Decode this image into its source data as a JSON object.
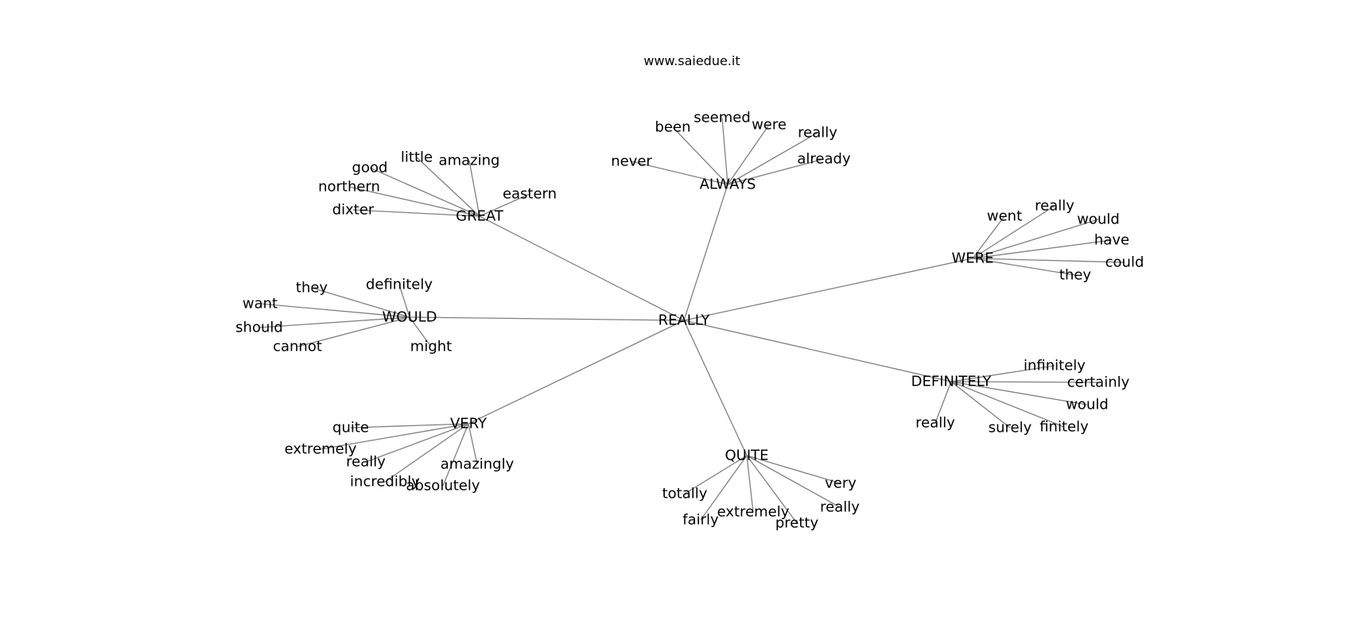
{
  "title": "www.saiedue.it",
  "colors": {
    "edge": "#808080",
    "text": "#000000",
    "background": "#ffffff"
  },
  "center": {
    "id": "really",
    "label": "REALLY"
  },
  "hubs": [
    {
      "id": "always",
      "label": "ALWAYS",
      "leaves": [
        "never",
        "been",
        "seemed",
        "were",
        "really",
        "already"
      ]
    },
    {
      "id": "great",
      "label": "GREAT",
      "leaves": [
        "good",
        "little",
        "amazing",
        "eastern",
        "northern",
        "dixter"
      ]
    },
    {
      "id": "were",
      "label": "WERE",
      "leaves": [
        "went",
        "really",
        "would",
        "have",
        "could",
        "they"
      ]
    },
    {
      "id": "would",
      "label": "WOULD",
      "leaves": [
        "they",
        "definitely",
        "want",
        "should",
        "cannot",
        "might"
      ]
    },
    {
      "id": "definitely",
      "label": "DEFINITELY",
      "leaves": [
        "infinitely",
        "certainly",
        "would",
        "really",
        "surely",
        "finitely"
      ]
    },
    {
      "id": "very",
      "label": "VERY",
      "leaves": [
        "quite",
        "extremely",
        "really",
        "incredibly",
        "absolutely",
        "amazingly"
      ]
    },
    {
      "id": "quite",
      "label": "QUITE",
      "leaves": [
        "totally",
        "fairly",
        "extremely",
        "pretty",
        "very",
        "really"
      ]
    }
  ]
}
